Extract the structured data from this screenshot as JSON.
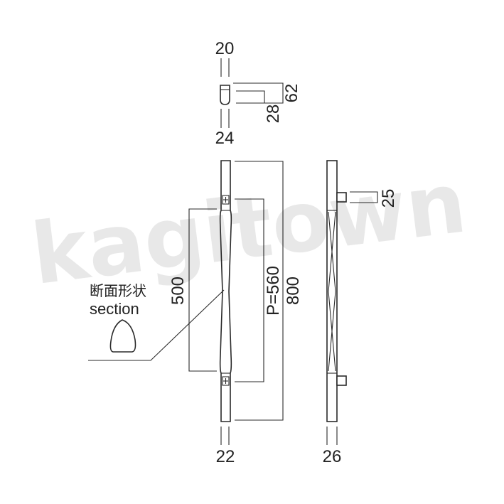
{
  "watermark": "kagitown",
  "section_label": {
    "jp": "断面形状",
    "en": "section"
  },
  "top_view": {
    "dim_top": "20",
    "dim_bottom": "24",
    "dim_inner": "28",
    "dim_outer": "62"
  },
  "front_view": {
    "dim_grip": "500",
    "dim_pitch": "P=560",
    "dim_total": "800",
    "dim_bottom": "22"
  },
  "side_view": {
    "dim_post": "25",
    "dim_bottom": "26"
  },
  "colors": {
    "line": "#2a2a2a",
    "text": "#222222",
    "background": "#ffffff"
  }
}
